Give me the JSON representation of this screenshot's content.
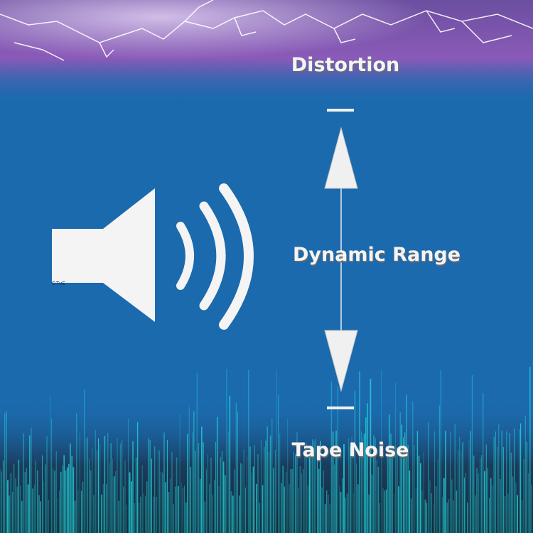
{
  "labels": {
    "top": "Distortion",
    "middle": "Dynamic Range",
    "bottom": "Tape Noise"
  },
  "copyright": "©TvE",
  "colors": {
    "background": "#1b6aae",
    "lightning_glow": "#9a6ac8",
    "noise": "#22d8e0",
    "foreground": "#f2f2f2"
  },
  "icons": [
    "speaker-icon",
    "double-arrow-icon",
    "lightning-icon",
    "noise-waveform-icon"
  ]
}
